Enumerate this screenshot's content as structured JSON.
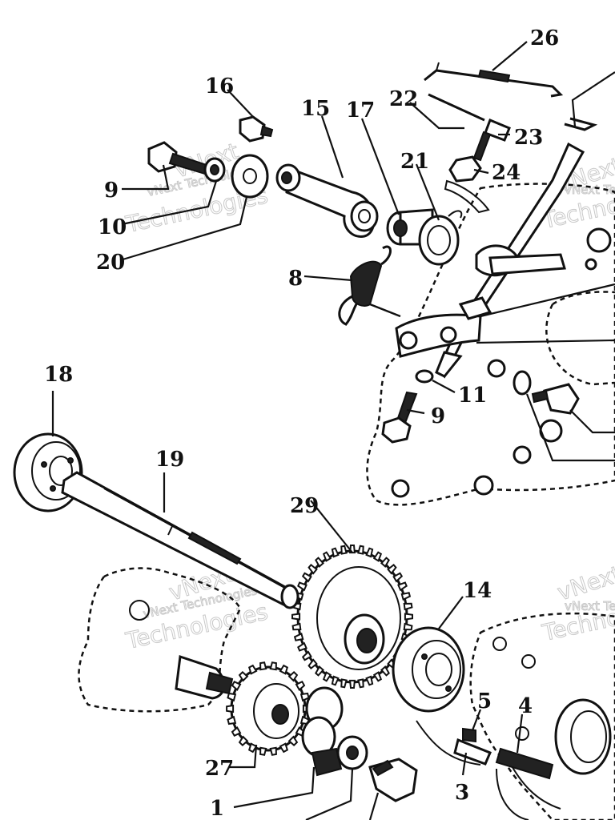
{
  "watermark": {
    "brand": "vNext",
    "company": "Technologies",
    "full": "vNext Technologies"
  },
  "callouts": [
    {
      "id": "26",
      "label": "26"
    },
    {
      "id": "16",
      "label": "16"
    },
    {
      "id": "15",
      "label": "15"
    },
    {
      "id": "17",
      "label": "17"
    },
    {
      "id": "22",
      "label": "22"
    },
    {
      "id": "23",
      "label": "23"
    },
    {
      "id": "21",
      "label": "21"
    },
    {
      "id": "24",
      "label": "24"
    },
    {
      "id": "9a",
      "label": "9"
    },
    {
      "id": "10",
      "label": "10"
    },
    {
      "id": "20",
      "label": "20"
    },
    {
      "id": "8",
      "label": "8"
    },
    {
      "id": "11",
      "label": "11"
    },
    {
      "id": "9b",
      "label": "9"
    },
    {
      "id": "18",
      "label": "18"
    },
    {
      "id": "19",
      "label": "19"
    },
    {
      "id": "29",
      "label": "29"
    },
    {
      "id": "14",
      "label": "14"
    },
    {
      "id": "5",
      "label": "5"
    },
    {
      "id": "4",
      "label": "4"
    },
    {
      "id": "27",
      "label": "27"
    },
    {
      "id": "3",
      "label": "3"
    },
    {
      "id": "1",
      "label": "1"
    }
  ]
}
